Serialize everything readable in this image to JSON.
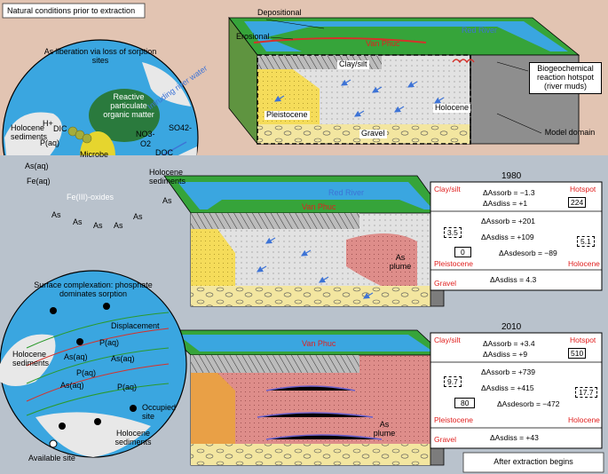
{
  "top_panel": {
    "title": "Natural conditions prior to extraction",
    "depositional": "Depositional",
    "erosional": "Erosional",
    "red_river": "Red River",
    "van_phuc": "Van Phuc",
    "clay_silt": "Clay/silt",
    "pleistocene": "Pleistocene",
    "holocene": "Holocene",
    "gravel": "Gravel",
    "hotspot": "Biogeochemical reaction hotspot (river muds)",
    "model_domain": "Model domain",
    "circle": {
      "title": "As liberation via loss of sorption sites",
      "holocene_left": "Holocene sediments",
      "holocene_right": "Holocene sediments",
      "organic": "Reactive particulate organic matter",
      "microbe": "Microbe",
      "oxides": "Fe(III)-oxides",
      "intruding": "Intruding river water",
      "h_plus": "H+",
      "dic": "DIC",
      "p_aq": "P(aq)",
      "as_aq": "As(aq)",
      "fe_aq": "Fe(aq)",
      "no3": "NO3-",
      "o2": "O2",
      "so4": "SO42-",
      "doc": "DOC",
      "as_labels": [
        "As",
        "As",
        "As",
        "As",
        "As",
        "As"
      ]
    }
  },
  "bottom_panel": {
    "red_river": "Red River",
    "van_phuc_1": "Van Phuc",
    "van_phuc_2": "Van Phuc",
    "as_plume_1": "As plume",
    "as_plume_2": "As plume",
    "footer": "After extraction begins",
    "circle": {
      "title": "Surface complexation: phosphate dominates sorption",
      "holocene_left": "Holocene sediments",
      "holocene_bottom": "Holocene sediments",
      "displacement": "Displacement",
      "occupied": "Occupied site",
      "available": "Available site",
      "labels": [
        "P(aq)",
        "As(aq)",
        "As(aq)",
        "P(aq)",
        "As(aq)",
        "P(aq)"
      ]
    }
  },
  "balances": [
    {
      "year": "1980",
      "clay_silt": "Clay/silt",
      "hotspot": "Hotspot",
      "sorb_clay": "ΔAssorb = −1.3",
      "diss_clay": "ΔAsdiss = +1",
      "hotspot_flux": "224",
      "sorb": "ΔAssorb = +201",
      "diss": "ΔAsdiss = +109",
      "desorb": "ΔAsdesorb = −89",
      "left_flux": "3.5",
      "right_flux": "5.1",
      "pleistocene_flux": "0",
      "pleistocene": "Pleistocene",
      "holocene": "Holocene",
      "gravel": "Gravel",
      "gravel_diss": "ΔAsdiss = 4.3"
    },
    {
      "year": "2010",
      "clay_silt": "Clay/silt",
      "hotspot": "Hotspot",
      "sorb_clay": "ΔAssorb = +3.4",
      "diss_clay": "ΔAsdiss = +9",
      "hotspot_flux": "510",
      "sorb": "ΔAssorb = +739",
      "diss": "ΔAsdiss = +415",
      "desorb": "ΔAsdesorb = −472",
      "left_flux": "9.7",
      "right_flux": "17.7",
      "pleistocene_flux": "80",
      "pleistocene": "Pleistocene",
      "holocene": "Holocene",
      "gravel": "Gravel",
      "gravel_diss": "ΔAsdiss = +43"
    }
  ]
}
